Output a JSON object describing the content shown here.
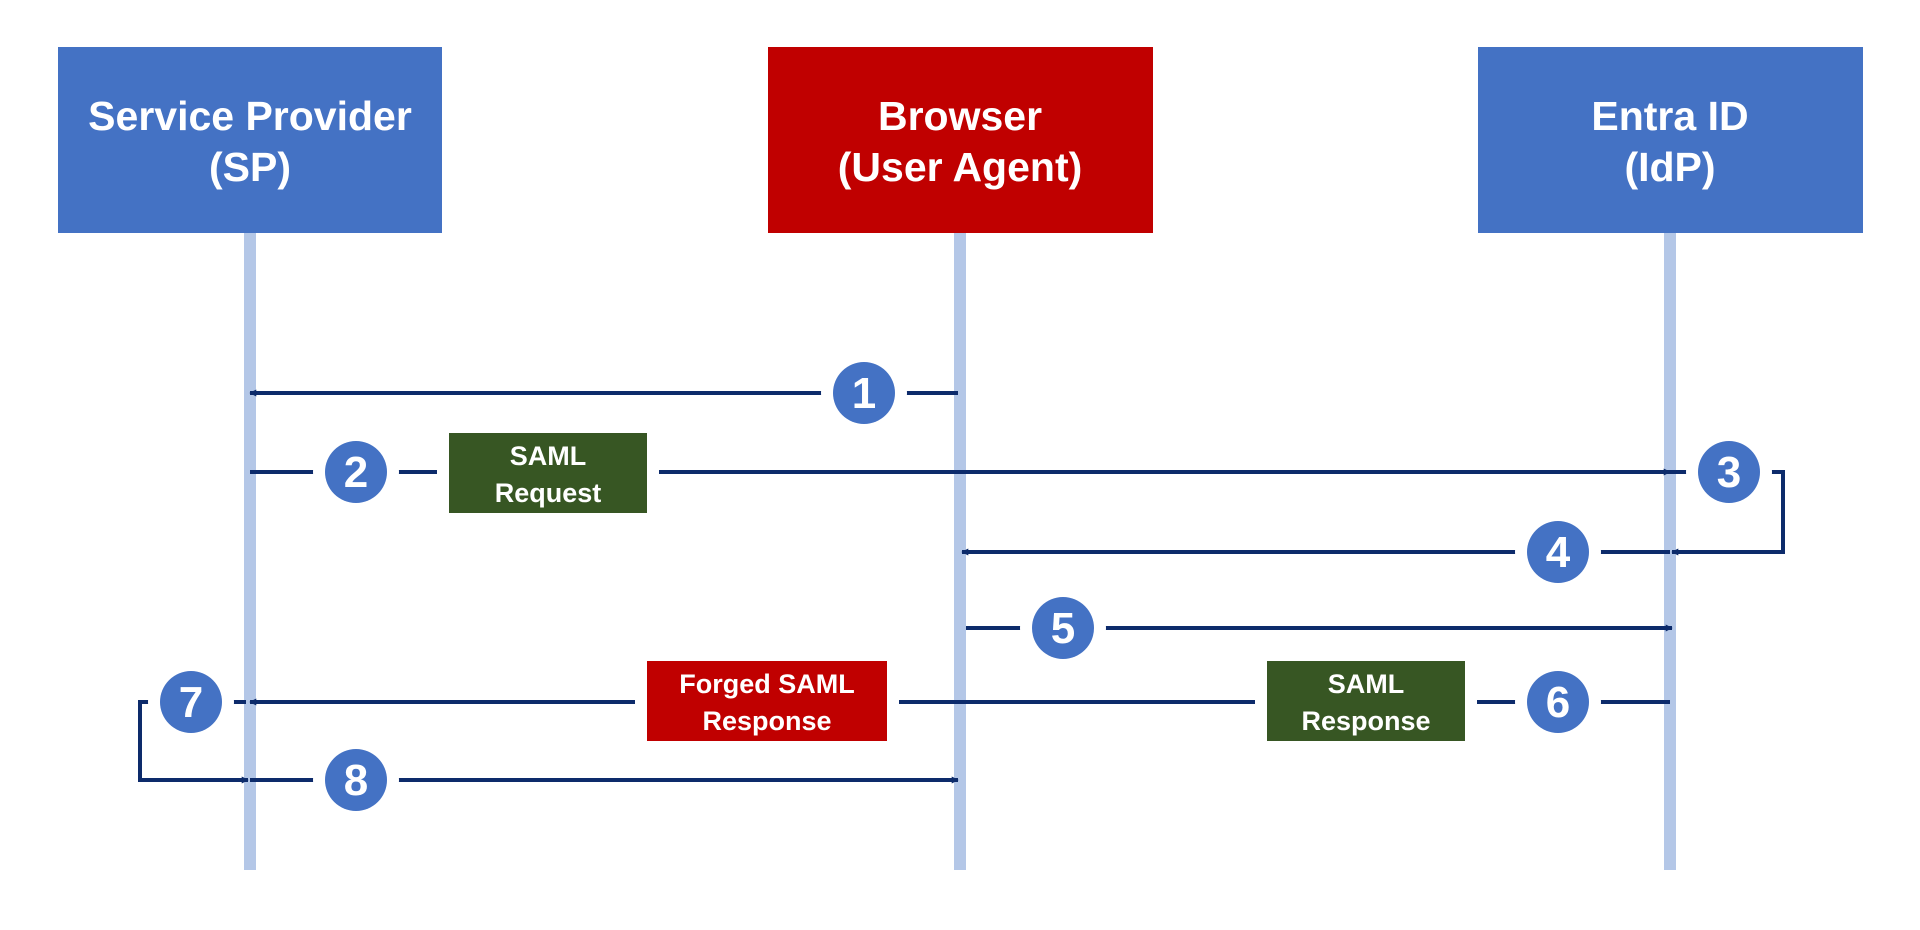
{
  "colors": {
    "actor_blue": "#4472C4",
    "actor_red": "#C00000",
    "lifeline": "#B4C7E7",
    "arrow": "#0D2B6B",
    "step_circle": "#4472C4",
    "label_green": "#375623",
    "label_red": "#C00000",
    "text_on_fill": "#FFFFFF"
  },
  "actors": [
    {
      "id": "sp",
      "line1": "Service Provider",
      "line2": "(SP)"
    },
    {
      "id": "browser",
      "line1": "Browser",
      "line2": "(User Agent)"
    },
    {
      "id": "idp",
      "line1": "Entra ID",
      "line2": "(IdP)"
    }
  ],
  "steps": [
    "1",
    "2",
    "3",
    "4",
    "5",
    "6",
    "7",
    "8"
  ],
  "labels": {
    "saml_request": {
      "line1": "SAML",
      "line2": "Request"
    },
    "forged_saml_response": {
      "line1": "Forged SAML",
      "line2": "Response"
    },
    "saml_response": {
      "line1": "SAML",
      "line2": "Response"
    }
  },
  "messages": [
    {
      "step": "1",
      "from": "browser",
      "to": "sp"
    },
    {
      "step": "2",
      "from": "sp",
      "to": "idp",
      "label": "SAML Request"
    },
    {
      "step": "3",
      "from": "idp",
      "to": "idp"
    },
    {
      "step": "4",
      "from": "idp",
      "to": "browser"
    },
    {
      "step": "5",
      "from": "browser",
      "to": "idp"
    },
    {
      "step": "6",
      "from": "idp",
      "to": "sp",
      "label": "SAML Response / Forged SAML Response"
    },
    {
      "step": "7",
      "from": "sp",
      "to": "sp"
    },
    {
      "step": "8",
      "from": "sp",
      "to": "browser"
    }
  ]
}
